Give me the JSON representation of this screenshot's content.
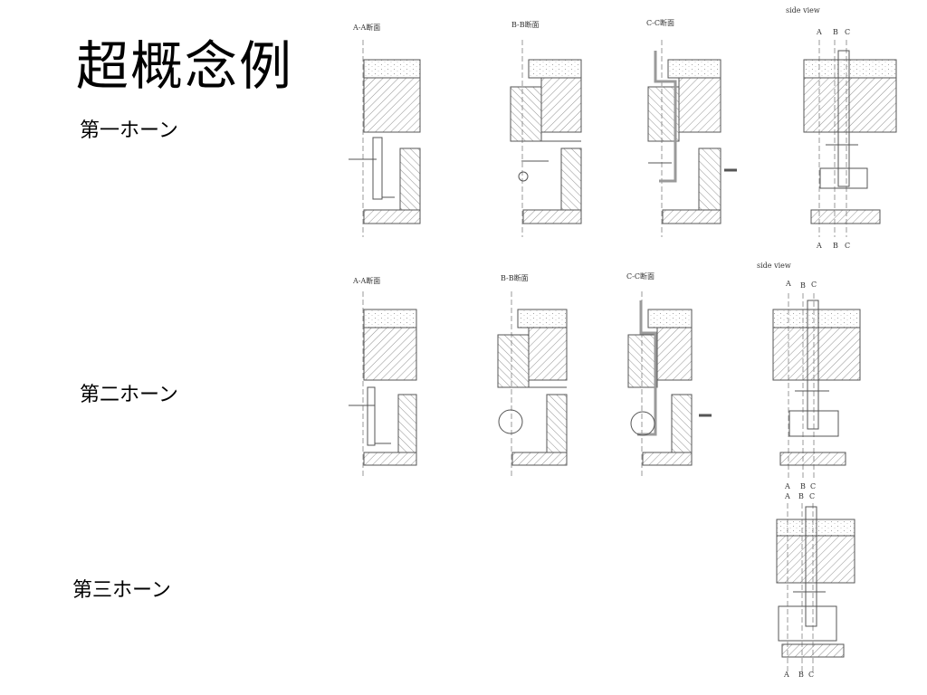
{
  "title": "超概念例",
  "zones": [
    {
      "label": "第一ホーン",
      "sections": [
        "A-A断面",
        "B-B断面",
        "C-C断面"
      ],
      "side_view": "side view",
      "side_letters": [
        "A",
        "B",
        "C"
      ]
    },
    {
      "label": "第二ホーン",
      "sections": [
        "A-A断面",
        "B-B断面",
        "C-C断面"
      ],
      "side_view": "side view",
      "side_letters": [
        "A",
        "B",
        "C"
      ]
    },
    {
      "label": "第三ホーン",
      "side_letters": [
        "A",
        "B",
        "C"
      ]
    }
  ],
  "colors": {
    "line": "#555555",
    "accent": "#9a9a9a"
  }
}
